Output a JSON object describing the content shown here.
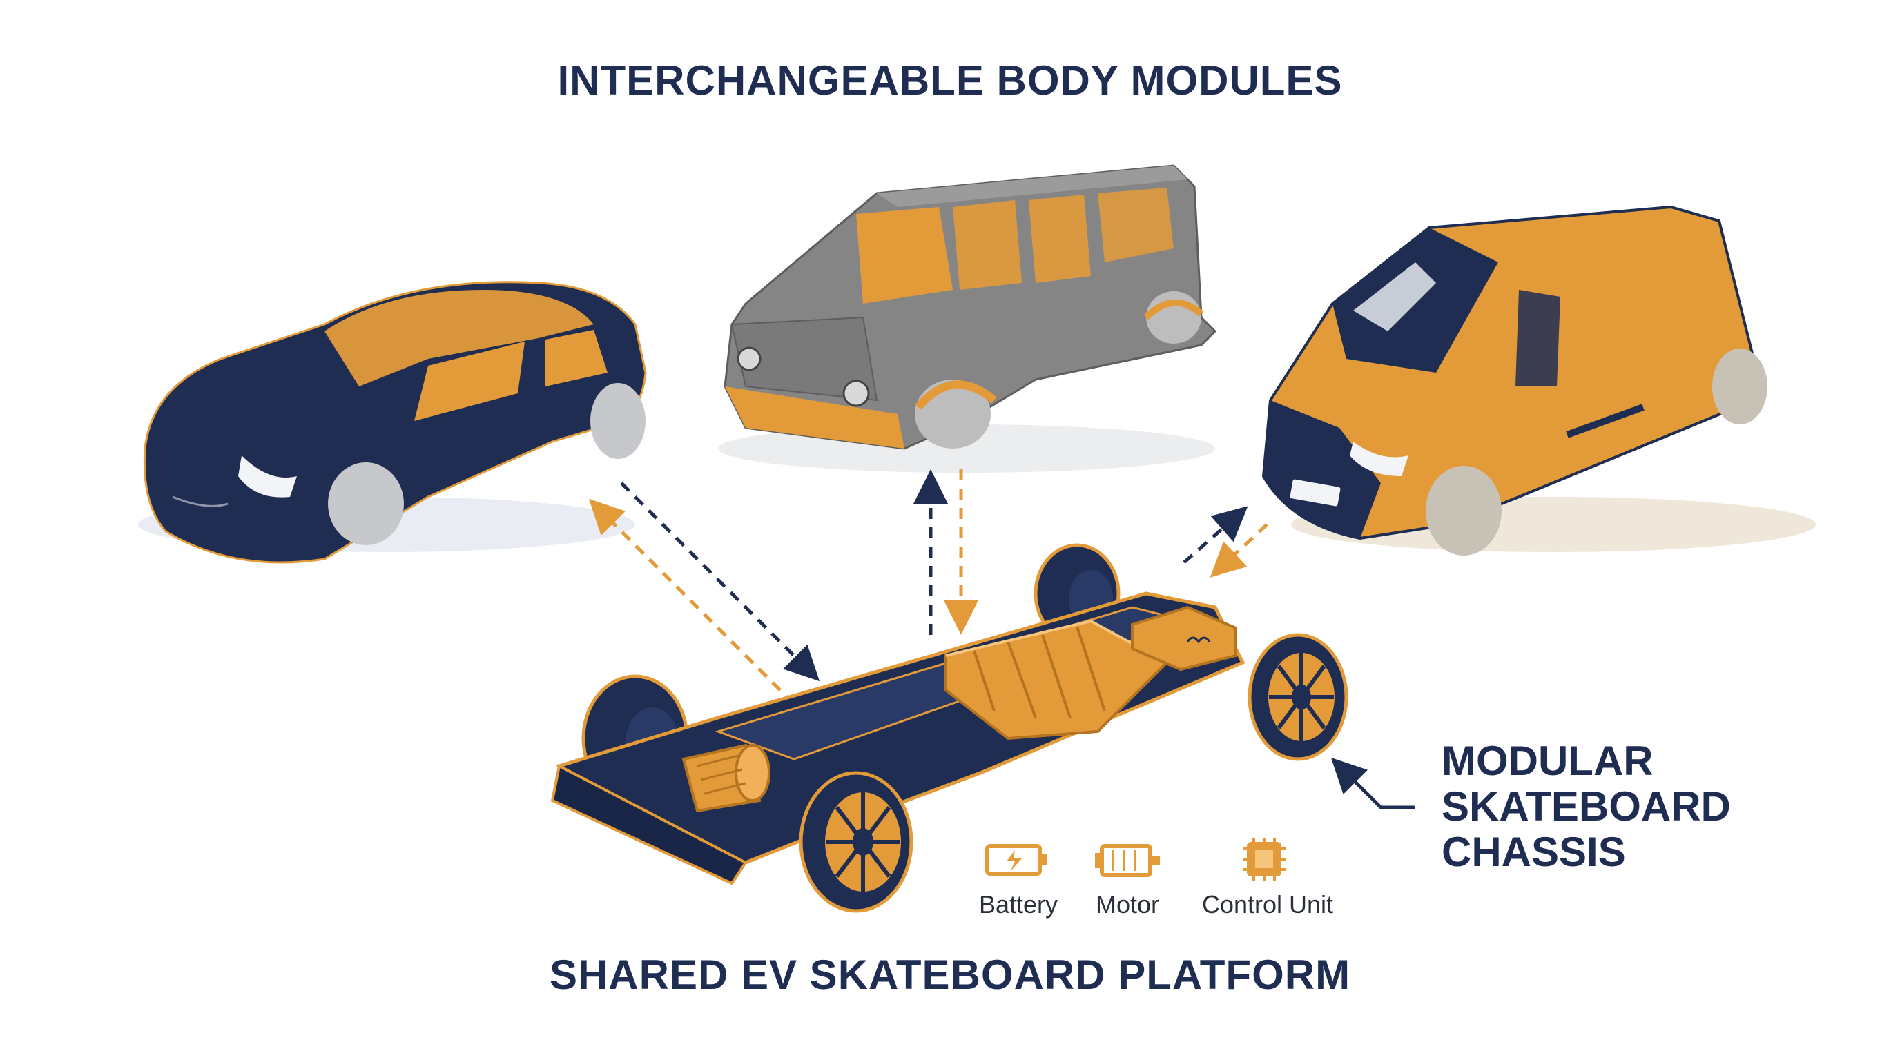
{
  "titles": {
    "top": "INTERCHANGEABLE BODY MODULES",
    "bottom": "SHARED EV SKATEBOARD PLATFORM"
  },
  "side_label": {
    "line1": "MODULAR",
    "line2": "SKATEBOARD",
    "line3": "CHASSIS"
  },
  "legend": {
    "battery": "Battery",
    "motor": "Motor",
    "control_unit": "Control Unit"
  },
  "colors": {
    "navy": "#1f2d52",
    "orange": "#e39b3a",
    "gray": "#8a8a8a",
    "light_orange": "#f0b04f"
  }
}
